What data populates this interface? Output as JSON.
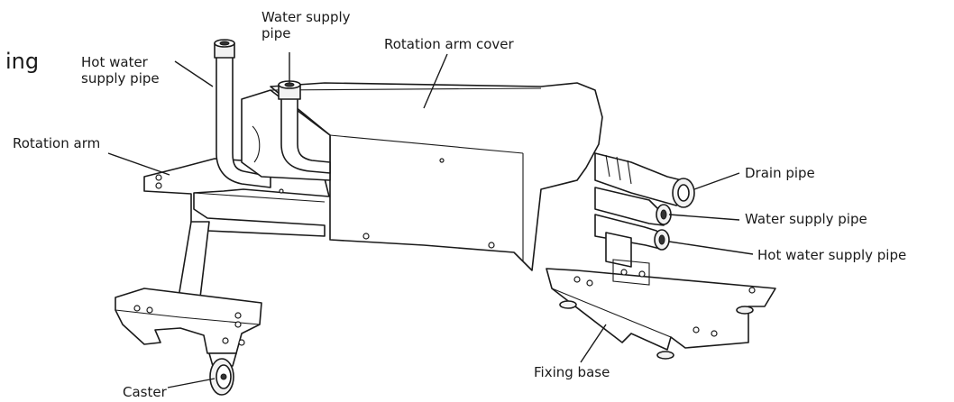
{
  "heading_fragment": "ing",
  "labels": {
    "hot_water_supply_pipe_top": [
      "Hot water",
      "supply pipe"
    ],
    "water_supply_pipe_top": [
      "Water supply",
      "pipe"
    ],
    "rotation_arm_cover": "Rotation arm cover",
    "rotation_arm": "Rotation arm",
    "drain_pipe": "Drain pipe",
    "water_supply_pipe_right": "Water supply pipe",
    "hot_water_supply_pipe_right": "Hot water supply pipe",
    "fixing_base": "Fixing base",
    "caster": "Caster"
  },
  "colors": {
    "line": "#1a1a1a",
    "background": "#ffffff",
    "shade": "#f2f2f2"
  }
}
